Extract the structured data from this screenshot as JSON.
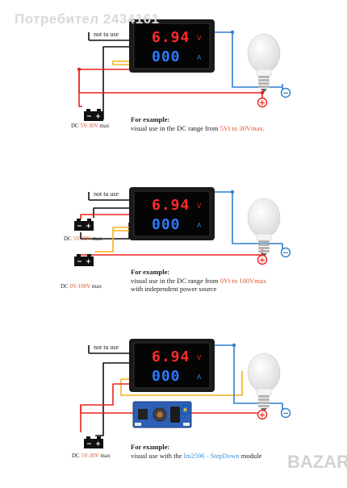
{
  "watermark_top": "Потребител 2434161",
  "watermark_bottom": "BAZAR",
  "meter": {
    "voltage_reading": "6.94",
    "current_reading": "000",
    "voltage_unit": "V",
    "current_unit": "A"
  },
  "panels": [
    {
      "not_use_label": "not tu use",
      "example_title": "For example:",
      "line1_prefix": "visual use in the DC range from ",
      "line1_highlight": "5Vt to 30Vmax.",
      "line1_suffix": "",
      "line2": "",
      "supplies": [
        {
          "prefix": "DC ",
          "range": "5V-30V",
          "suffix": " max"
        }
      ]
    },
    {
      "not_use_label": "not tu use",
      "example_title": "For example:",
      "line1_prefix": "visual use in the DC range from ",
      "line1_highlight": "0Vt to 100Vmax",
      "line1_suffix": "",
      "line2": "with independent power source",
      "supplies": [
        {
          "prefix": "DC ",
          "range": "5V-30V",
          "suffix": " max"
        },
        {
          "prefix": "DC ",
          "range": "0V-100V",
          "suffix": " max"
        }
      ]
    },
    {
      "not_use_label": "not tu use",
      "example_title": "For example:",
      "line1_prefix": "visual use with the ",
      "line1_highlight": "lm2596 - StepDown",
      "line1_suffix": " module",
      "line2": "",
      "supplies": [
        {
          "prefix": "DC ",
          "range": "5V-30V",
          "suffix": " max"
        }
      ]
    }
  ],
  "symbols": {
    "plus": "+",
    "minus": "−"
  },
  "colors": {
    "red_wire": "#e8251f",
    "blue_wire": "#2f7fd0",
    "yellow_wire": "#f2b21b",
    "black_wire": "#111111",
    "digit_red": "#ff2a2a",
    "digit_blue": "#2a7bff"
  }
}
